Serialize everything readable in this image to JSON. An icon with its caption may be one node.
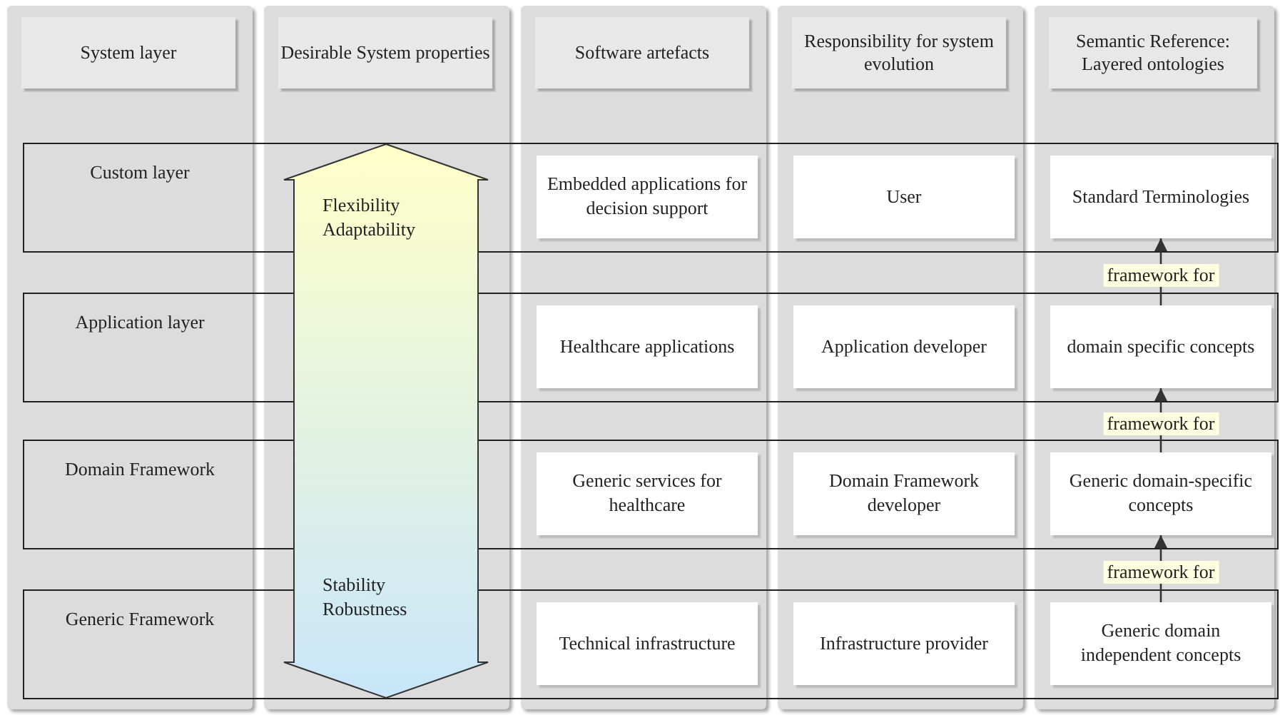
{
  "diagram": {
    "nodes": [
      {
        "text": [
          "System layer"
        ]
      },
      {
        "text": [
          "Desirable System properties"
        ]
      },
      {
        "text": [
          "Software artefacts"
        ]
      },
      {
        "text": [
          "Responsibility for system evolution"
        ]
      },
      {
        "text": [
          "Semantic Reference: Layered ontologies"
        ]
      },
      {
        "text": [
          "Custom layer"
        ]
      },
      {
        "text": [
          "Embedded applications for decision support"
        ],
        "in": 5
      },
      {
        "text": [
          "User"
        ],
        "in": 5
      },
      {
        "text": [
          "Standard Terminologies"
        ],
        "in": 5
      },
      {
        "text": [
          "Application layer"
        ]
      },
      {
        "text": [
          "Healthcare applications"
        ],
        "in": 9
      },
      {
        "text": [
          "Application developer"
        ],
        "in": 9
      },
      {
        "text": [
          "domain specific concepts"
        ],
        "in": 9
      },
      {
        "text": [
          "Domain Framework"
        ]
      },
      {
        "text": [
          "Generic services for healthcare"
        ],
        "in": 13
      },
      {
        "text": [
          "Domain Framework developer"
        ],
        "in": 13
      },
      {
        "text": [
          "Generic domain-specific concepts"
        ],
        "in": 13
      },
      {
        "text": [
          "Generic Framework"
        ]
      },
      {
        "text": [
          "Technical infrastructure"
        ],
        "in": 17
      },
      {
        "text": [
          "Infrastructure provider"
        ],
        "in": 17
      },
      {
        "text": [
          "Generic domain independent concepts"
        ],
        "in": 17
      },
      {
        "text": [
          "Flexibility Adaptability",
          "Stability Robustness"
        ]
      }
    ],
    "edges": [
      {
        "from": 12,
        "to": 8,
        "arrow": "to",
        "label": "framework for"
      },
      {
        "from": 16,
        "to": 12,
        "arrow": "to",
        "label": "framework for"
      },
      {
        "from": 20,
        "to": 16,
        "arrow": "to",
        "label": "framework for"
      }
    ]
  }
}
